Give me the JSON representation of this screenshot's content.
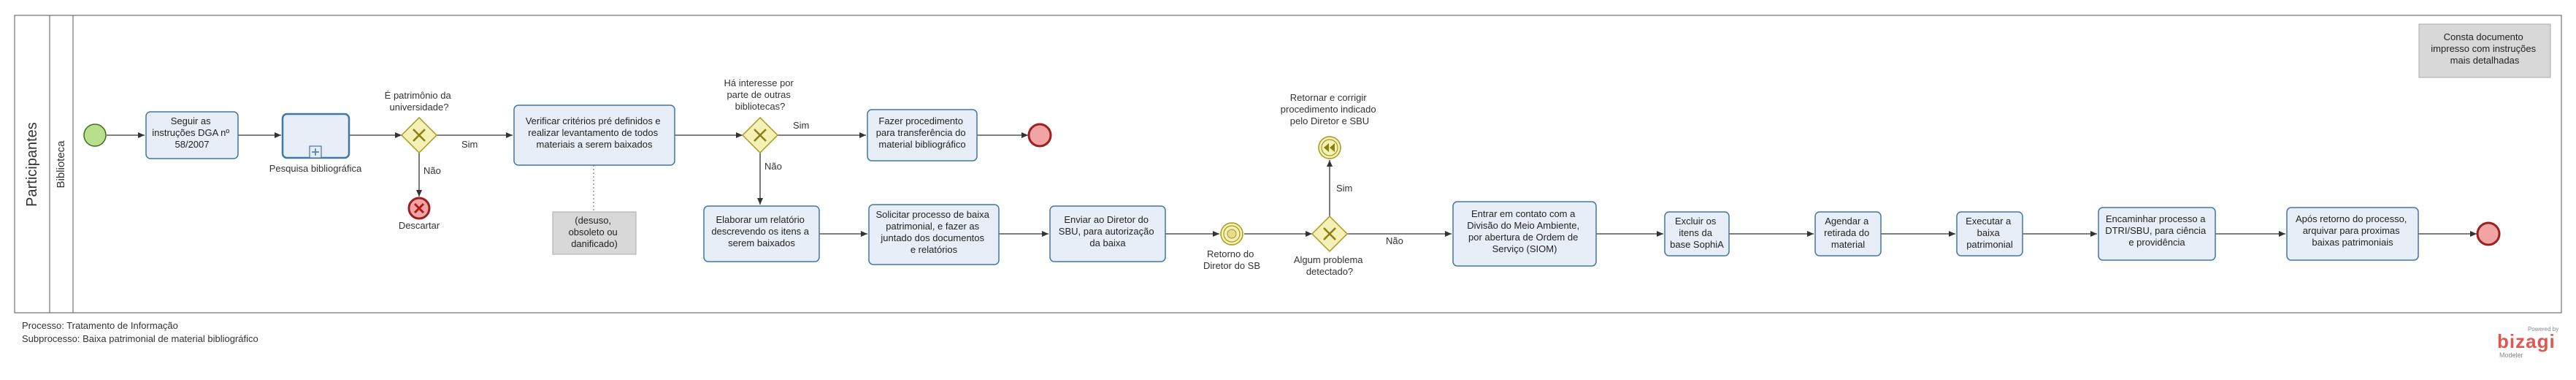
{
  "colors": {
    "task_fill": "#e8eef7",
    "task_stroke": "#3f77a8",
    "gateway_fill": "#f5f0b5",
    "gateway_stroke": "#a69a1e",
    "start_fill": "#b8e08c",
    "start_stroke": "#3e6b1d",
    "end_fill": "#f2a4a4",
    "end_stroke": "#9c2020",
    "annotation_fill": "#d8d8d8",
    "brand": "#e0574f"
  },
  "pool": {
    "label": "Participantes"
  },
  "lane": {
    "label": "Biblioteca"
  },
  "tasks": {
    "t1": [
      "Seguir as",
      "instruções DGA nº",
      "58/2007"
    ],
    "t2": [
      "Verificar critérios pré definidos e",
      "realizar levantamento de todos",
      "materiais a serem baixados"
    ],
    "t3": [
      "Fazer procedimento",
      "para transferência do",
      "material bibliográfico"
    ],
    "t4": [
      "Elaborar um relatório",
      "descrevendo os itens a",
      "serem baixados"
    ],
    "t5": [
      "Solicitar processo de baixa",
      "patrimonial, e fazer as",
      "juntado dos documentos",
      "e relatórios"
    ],
    "t6": [
      "Enviar ao Diretor do",
      "SBU, para autorização",
      "da baixa"
    ],
    "t7": [
      "Entrar em contato com a",
      "Divisão do Meio Ambiente,",
      "por abertura de Ordem de",
      "Serviço (SIOM)"
    ],
    "t8": [
      "Excluir os",
      "itens da",
      "base SophiA"
    ],
    "t9": [
      "Agendar a",
      "retirada do",
      "material"
    ],
    "t10": [
      "Executar a",
      "baixa",
      "patrimonial"
    ],
    "t11": [
      "Encaminhar processo a",
      "DTRI/SBU, para ciência",
      "e providência"
    ],
    "t12": [
      "Após retorno do processo,",
      "arquivar para proximas",
      "baixas patrimoniais"
    ]
  },
  "subprocess": {
    "label": "Pesquisa bibliográfica"
  },
  "gateways": {
    "g1": [
      "É patrimônio da",
      "universidade?"
    ],
    "g2": [
      "Há interesse por",
      "parte de outras",
      "bibliotecas?"
    ],
    "g3": [
      "Algum problema",
      "detectado?"
    ]
  },
  "events": {
    "discard": "Descartar",
    "return_director": [
      "Retorno do",
      "Diretor do SB"
    ],
    "return_correct": [
      "Retornar e corrigir",
      "procedimento indicado",
      "pelo Diretor e SBU"
    ]
  },
  "flow_labels": {
    "g1_yes": "Sim",
    "g1_no": "Não",
    "g2_yes": "Sim",
    "g2_no": "Não",
    "g3_yes": "Sim",
    "g3_no": "Não"
  },
  "annotations": {
    "reasons": [
      "(desuso,",
      "obsoleto ou",
      "danificado)"
    ],
    "note": [
      "Consta documento",
      "impresso com instruções",
      "mais detalhadas"
    ]
  },
  "footer": {
    "process": "Processo: Tratamento de Informação",
    "subprocess": "Subprocesso: Baixa patrimonial de material bibliográfico"
  },
  "brand": {
    "powered": "Powered by",
    "name": "bizagi",
    "sub": "Modeler"
  }
}
